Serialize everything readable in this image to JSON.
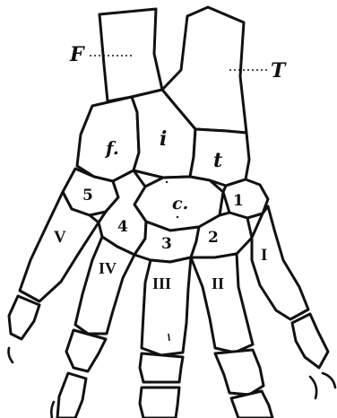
{
  "figure": {
    "labels": {
      "fibula": "F",
      "tibia": "T",
      "fibulare": "f.",
      "intermedium": "i",
      "tibiale": "t",
      "centrale": "c.",
      "carpal_1": "1",
      "carpal_2": "2",
      "carpal_3": "3",
      "carpal_4": "4",
      "carpal_5": "5",
      "digit_I": "I",
      "digit_II": "II",
      "digit_III": "III",
      "digit_IV": "IV",
      "digit_V": "V"
    }
  }
}
